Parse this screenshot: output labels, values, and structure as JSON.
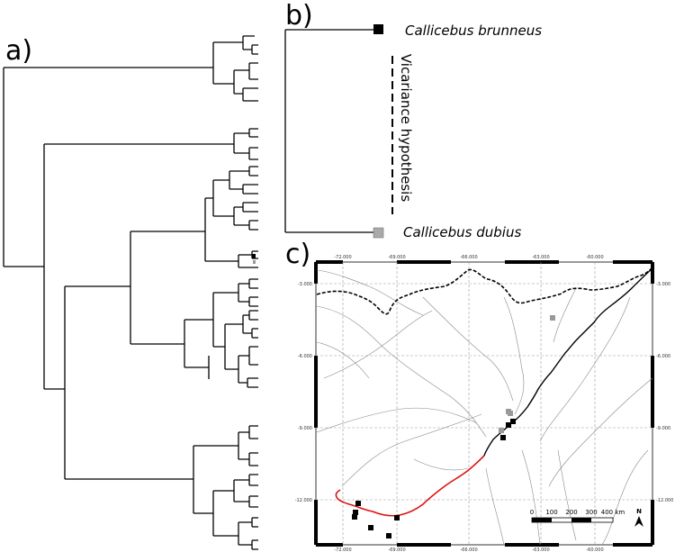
{
  "panels": {
    "a": "a)",
    "b": "b)",
    "c": "c)"
  },
  "taxa": {
    "top": "Callicebus brunneus",
    "bottom": "Callicebus dubius"
  },
  "hypothesis_label": "Vicariance hypothesis",
  "map": {
    "lon_ticks": [
      "-72.000",
      "-69.000",
      "-66.000",
      "-63.000",
      "-60.000"
    ],
    "lat_ticks": [
      "-3.000",
      "-6.000",
      "-9.000",
      "-12.000"
    ],
    "scale_labels": [
      "0",
      "100",
      "200",
      "300",
      "400 km"
    ],
    "north_label": "N"
  },
  "colors": {
    "brunneus_marker": "#000000",
    "dubius_marker": "#999999",
    "red_river": "#dd1111"
  }
}
